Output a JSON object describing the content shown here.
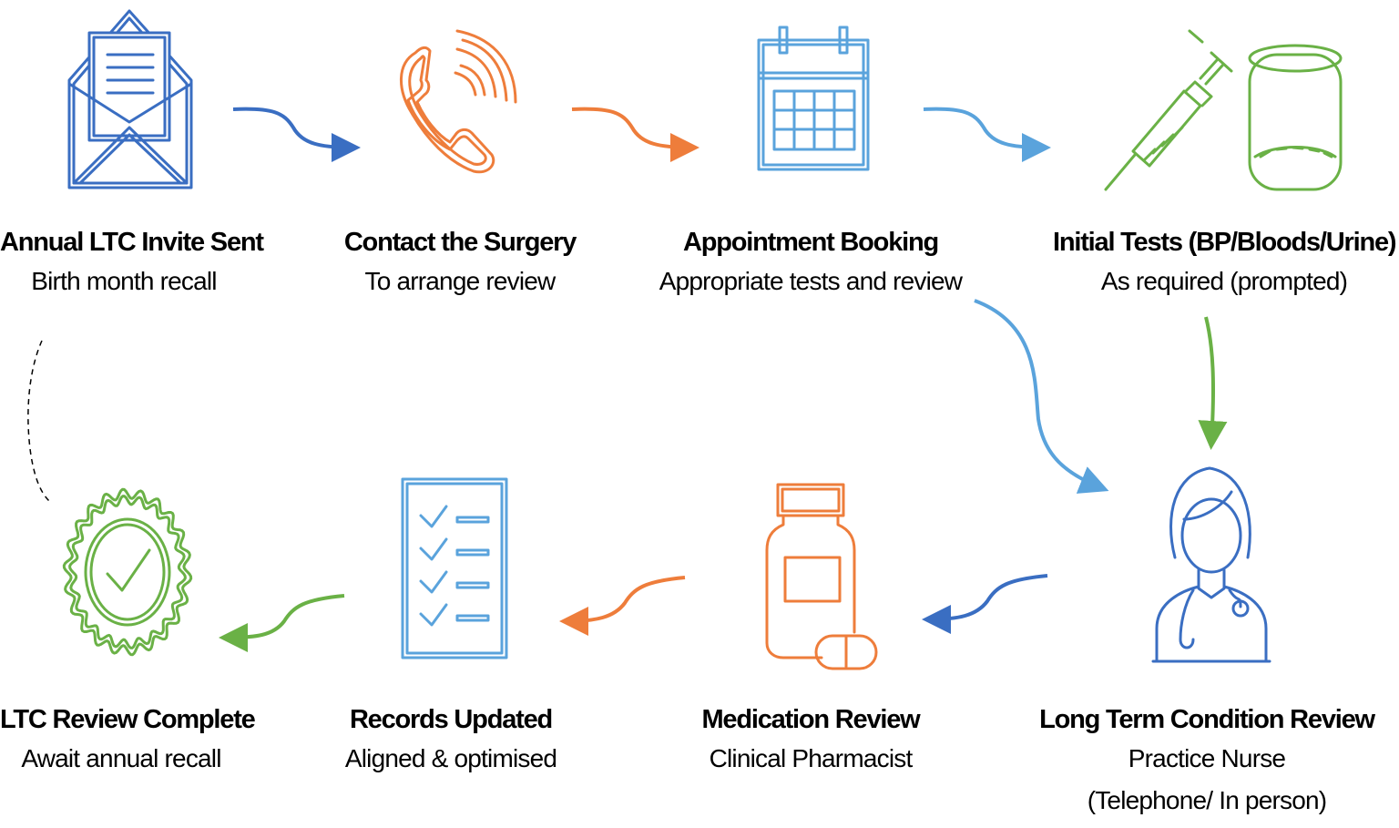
{
  "colors": {
    "dark_blue": "#3a6ec2",
    "orange": "#ee7d3b",
    "light_blue": "#5aa3dc",
    "green": "#6ab146"
  },
  "steps": [
    {
      "title": "Annual LTC Invite Sent",
      "sub": "Birth month recall",
      "icon": "envelope-letter-icon"
    },
    {
      "title": "Contact the Surgery",
      "sub": "To arrange review",
      "icon": "ringing-phone-icon"
    },
    {
      "title": "Appointment Booking",
      "sub": "Appropriate  tests and review",
      "icon": "calendar-icon"
    },
    {
      "title": "Initial Tests (BP/Bloods/Urine)",
      "sub": "As required (prompted)",
      "icon": "syringe-and-sample-tube-icon"
    },
    {
      "title": "Long Term Condition Review",
      "sub": "Practice Nurse",
      "sub2": "(Telephone/ In person)",
      "icon": "nurse-icon"
    },
    {
      "title": "Medication Review",
      "sub": "Clinical Pharmacist",
      "icon": "medicine-bottle-icon"
    },
    {
      "title": "Records Updated",
      "sub": "Aligned & optimised",
      "icon": "checklist-icon"
    },
    {
      "title": "LTC Review Complete",
      "sub": "Await annual recall",
      "icon": "certificate-seal-icon"
    }
  ]
}
